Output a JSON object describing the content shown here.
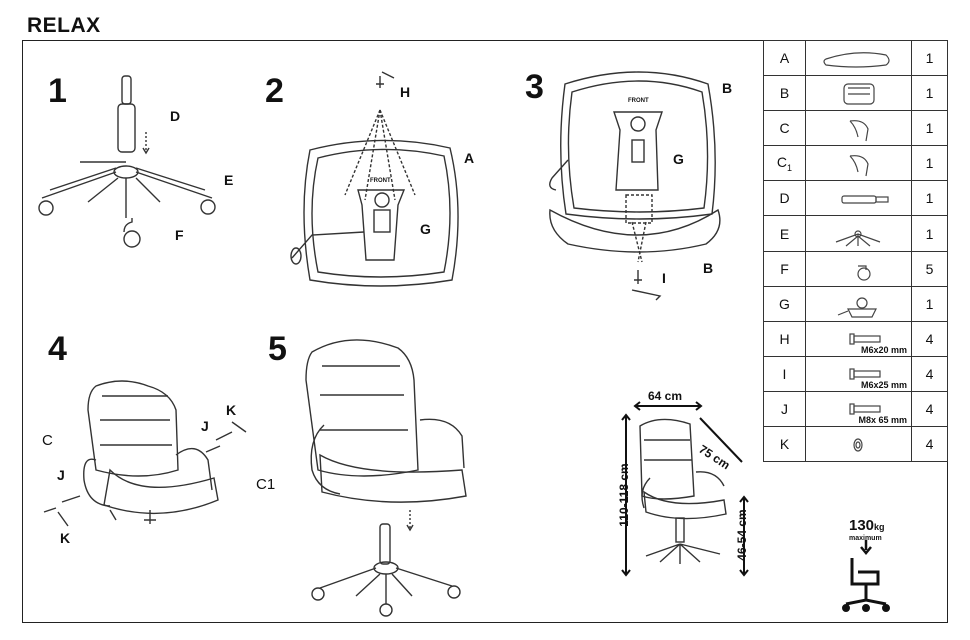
{
  "title": "RELAX",
  "steps": [
    "1",
    "2",
    "3",
    "4",
    "5"
  ],
  "labels": {
    "s1_D": "D",
    "s1_E": "E",
    "s1_F": "F",
    "s2_H": "H",
    "s2_A": "A",
    "s2_G": "G",
    "s2_front": "FRONT",
    "s3_B1": "B",
    "s3_G": "G",
    "s3_B2": "B",
    "s3_I": "I",
    "s3_front": "FRONT",
    "s4_K1": "K",
    "s4_J1": "J",
    "s4_C": "C",
    "s4_C1": "C1",
    "s4_J2": "J",
    "s4_K2": "K"
  },
  "parts": [
    {
      "code": "A",
      "qty": "1",
      "icon": "seat-icon"
    },
    {
      "code": "B",
      "qty": "1",
      "icon": "backrest-icon"
    },
    {
      "code": "C",
      "qty": "1",
      "icon": "armrest-icon"
    },
    {
      "code": "C1",
      "qty": "1",
      "icon": "armrest-icon"
    },
    {
      "code": "D",
      "qty": "1",
      "icon": "gas-lift-icon"
    },
    {
      "code": "E",
      "qty": "1",
      "icon": "base-icon"
    },
    {
      "code": "F",
      "qty": "5",
      "icon": "caster-icon"
    },
    {
      "code": "G",
      "qty": "1",
      "icon": "mechanism-icon"
    },
    {
      "code": "H",
      "qty": "4",
      "icon": "screw-icon",
      "size": "M6x20 mm"
    },
    {
      "code": "I",
      "qty": "4",
      "icon": "screw-icon",
      "size": "M6x25 mm"
    },
    {
      "code": "J",
      "qty": "4",
      "icon": "screw-icon",
      "size": "M8x 65 mm"
    },
    {
      "code": "K",
      "qty": "4",
      "icon": "washer-icon"
    }
  ],
  "dimensions": {
    "width": "64 cm",
    "depth": "75 cm",
    "height": "110-118 cm",
    "seat_height": "46-54 cm"
  },
  "max_load": {
    "value": "130",
    "unit": "kg",
    "label": "maximum"
  }
}
